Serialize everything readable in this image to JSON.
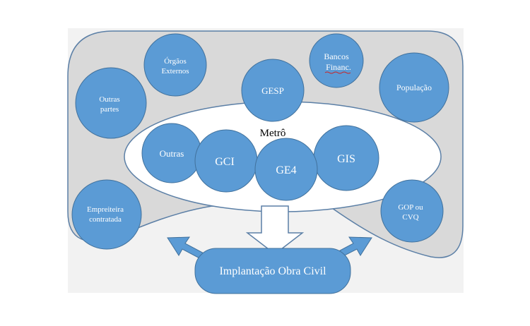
{
  "diagram": {
    "center_title": "Metrô",
    "bottom_box": "Implantação Obra Civil",
    "outer_nodes": {
      "orgaos_externos": [
        "Órgãos",
        "Externos"
      ],
      "bancos_financ": [
        "Bancos",
        "Financ."
      ],
      "outras_partes": [
        "Outras",
        "partes"
      ],
      "gesp": [
        "GESP"
      ],
      "populacao": [
        "População"
      ],
      "empreiteira": [
        "Empreiteira",
        "contratada"
      ],
      "gop_cvq": [
        "GOP ou",
        "CVQ"
      ]
    },
    "inner_nodes": {
      "outras": "Outras",
      "gci": "GCI",
      "ge4": "GE4",
      "gis": "GIS"
    },
    "colors": {
      "node_fill": "#5b9bd5",
      "node_stroke": "#41719c",
      "region_fill": "#d9d9d9",
      "region_stroke": "#5b7fa6",
      "ellipse_fill": "#ffffff",
      "spellcheck_underline": "#cc2222"
    }
  }
}
